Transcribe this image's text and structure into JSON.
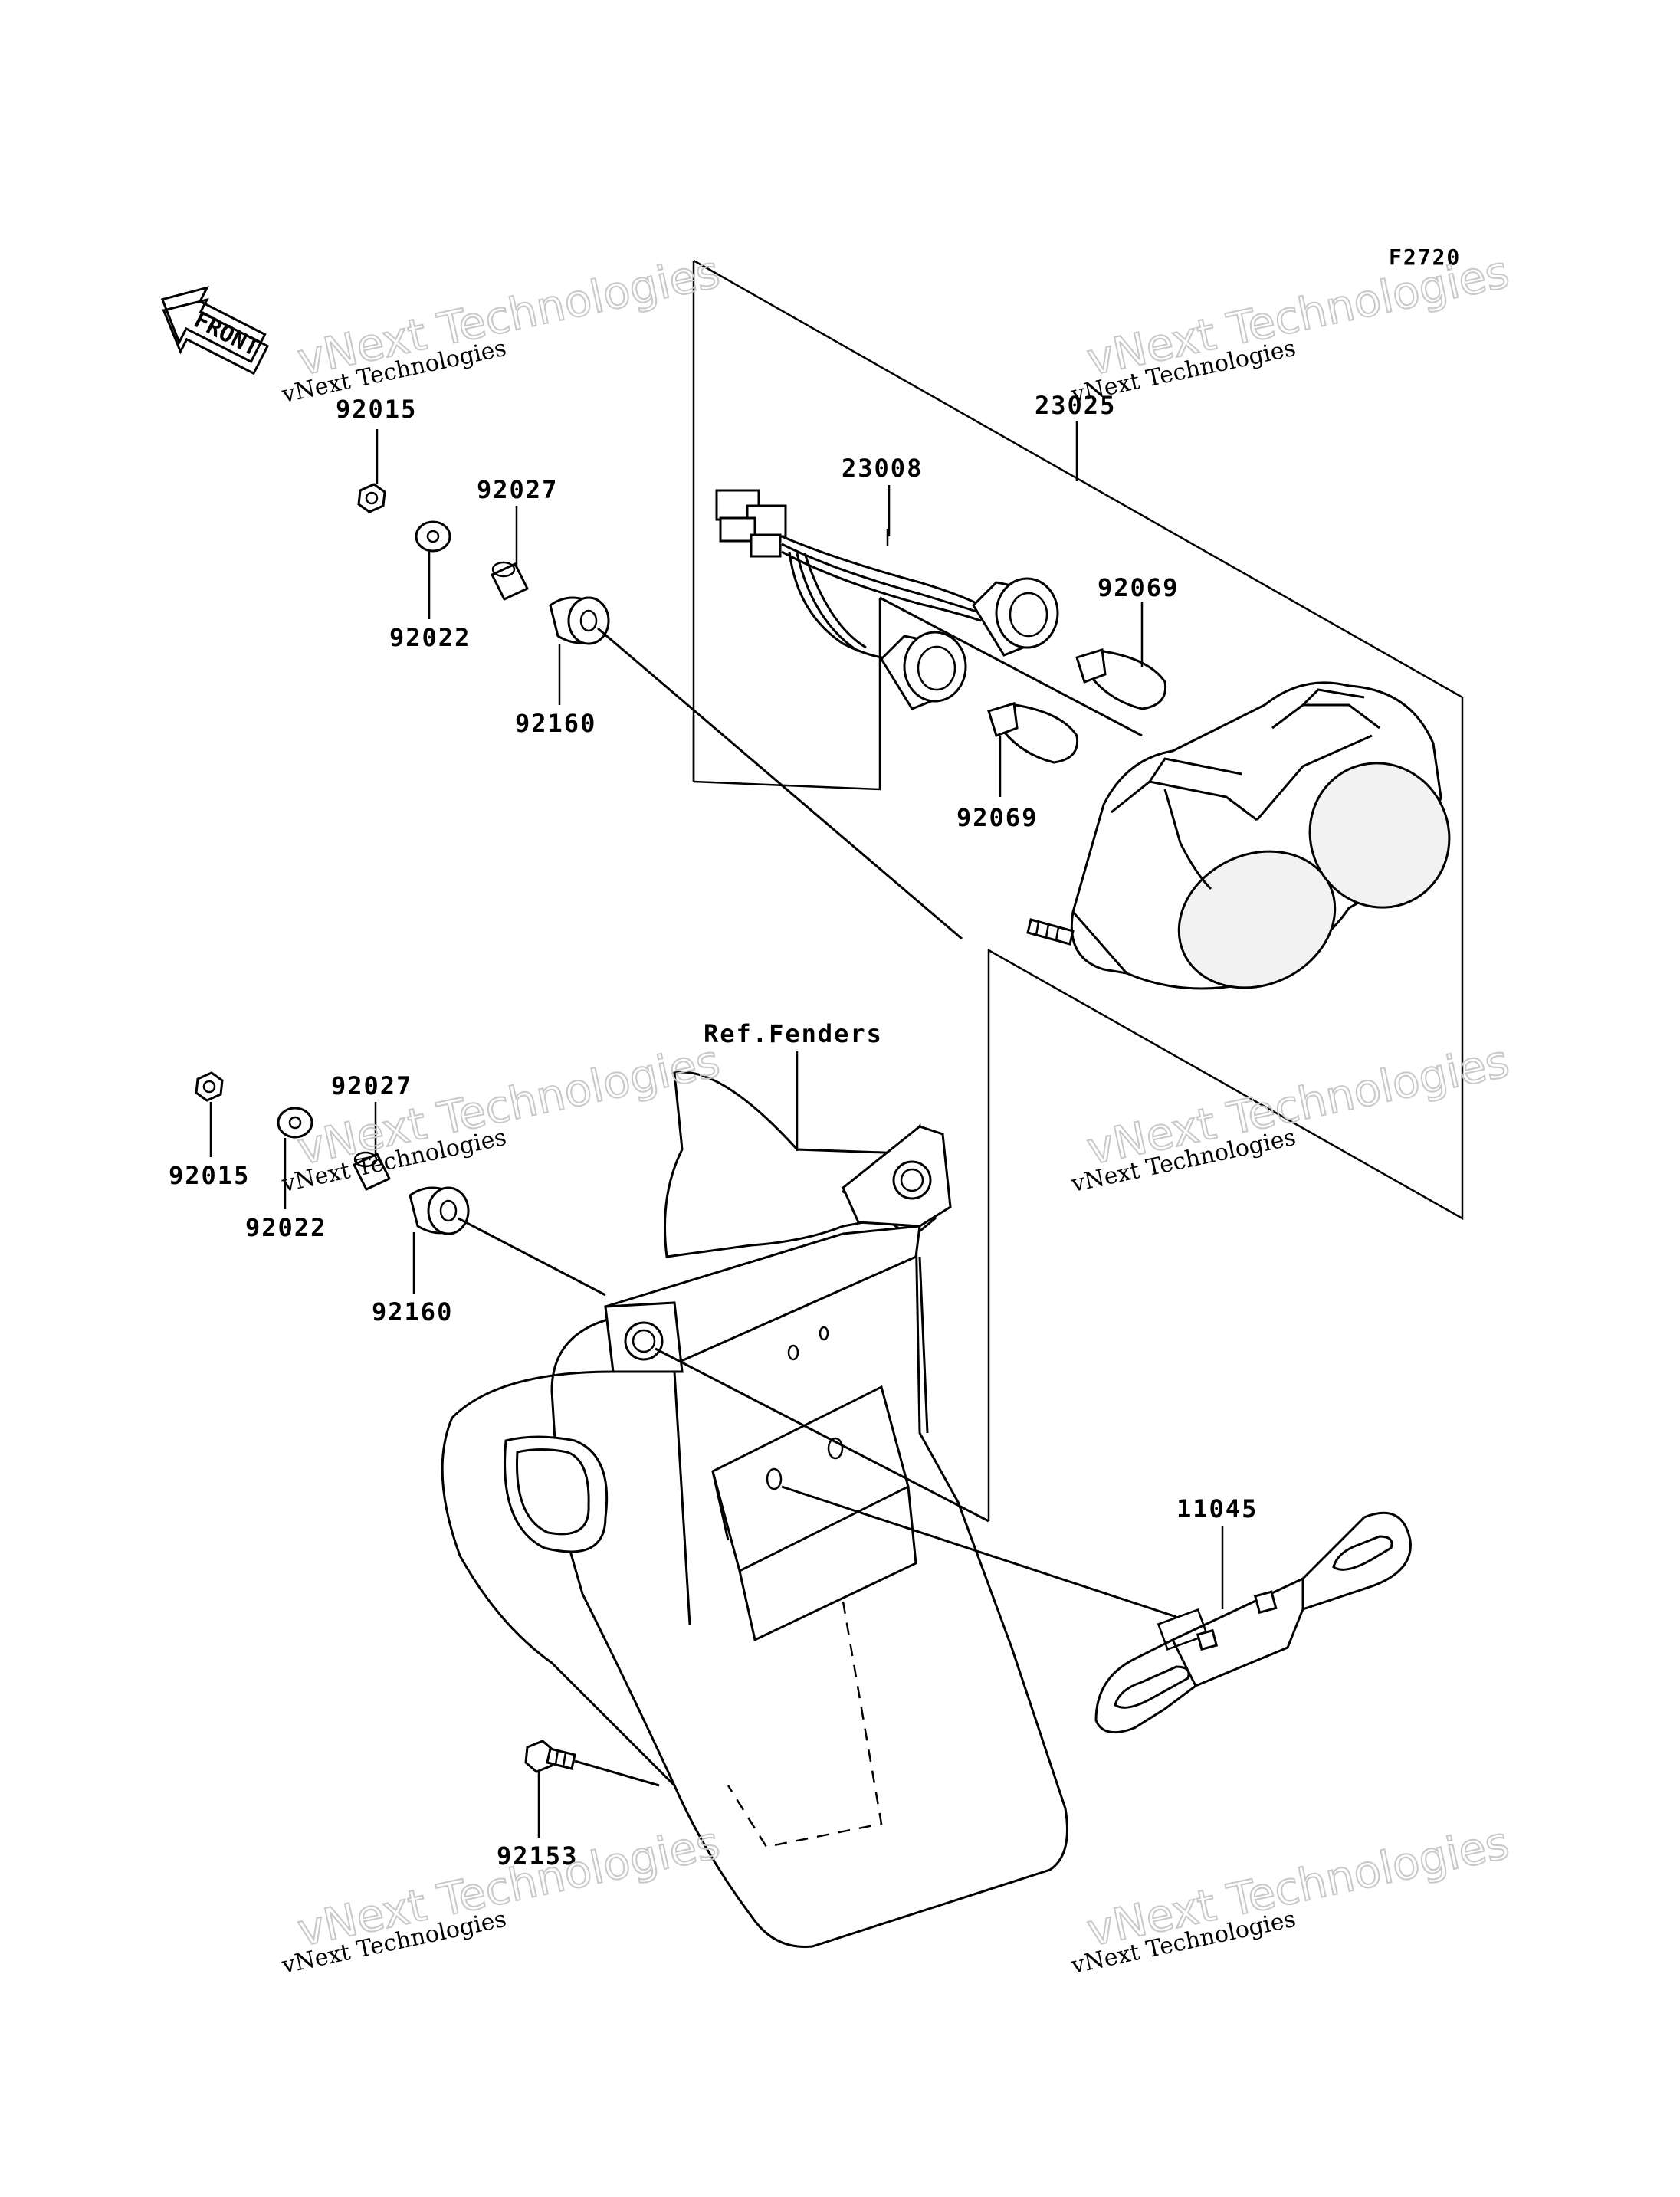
{
  "figure_code": "F2720",
  "front_arrow_label": "FRONT",
  "reference_label": "Ref.Fenders",
  "watermark": {
    "big": "vNext Technologies",
    "small": "vNext Technologies"
  },
  "parts": {
    "p92015_top": "92015",
    "p92027_top": "92027",
    "p92022_top": "92022",
    "p92160_top": "92160",
    "p23008": "23008",
    "p23025": "23025",
    "p92069_upper": "92069",
    "p92069_lower": "92069",
    "p92027_mid": "92027",
    "p92015_mid": "92015",
    "p92022_mid": "92022",
    "p92160_mid": "92160",
    "p11045": "11045",
    "p92153": "92153"
  }
}
